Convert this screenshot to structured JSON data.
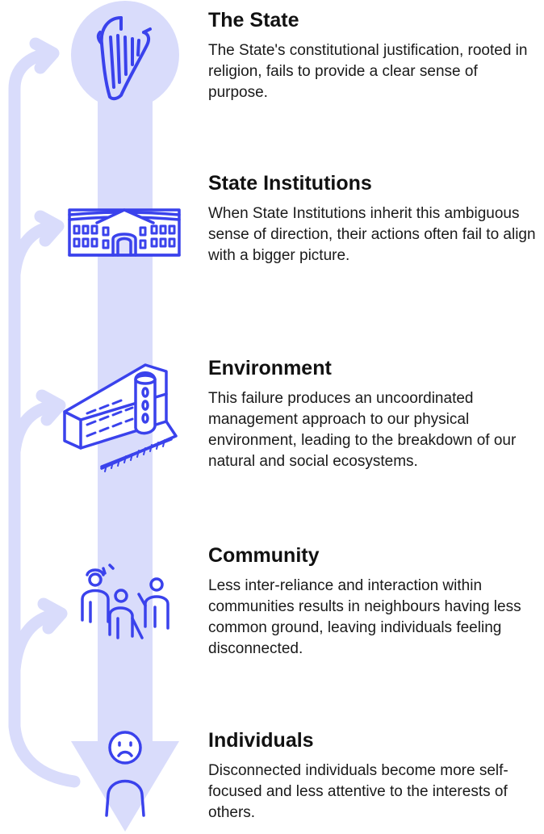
{
  "colors": {
    "arrow_fill": "#d9dcfb",
    "illustration_stroke": "#3a42ec",
    "text": "#111111"
  },
  "stages": [
    {
      "icon": "harp-icon",
      "title": "The State",
      "text": "The State's constitutional justification, rooted in religion, fails to provide a clear sense of purpose."
    },
    {
      "icon": "government-building-icon",
      "title": "State Institutions",
      "text": "When State Institutions inherit this ambiguous sense of direction, their actions often fail to align with a bigger picture."
    },
    {
      "icon": "city-block-icon",
      "title": "Environment",
      "text": "This failure produces an uncoordinated management approach to our physical environment, leading to the breakdown of our natural and social ecosystems."
    },
    {
      "icon": "people-group-icon",
      "title": "Community",
      "text": "Less inter-reliance and interaction within communities results in neighbours having less common ground, leaving individuals feeling disconnected."
    },
    {
      "icon": "sad-person-icon",
      "title": "Individuals",
      "text": "Disconnected individuals become more self-focused and less attentive to the interests of others."
    }
  ]
}
